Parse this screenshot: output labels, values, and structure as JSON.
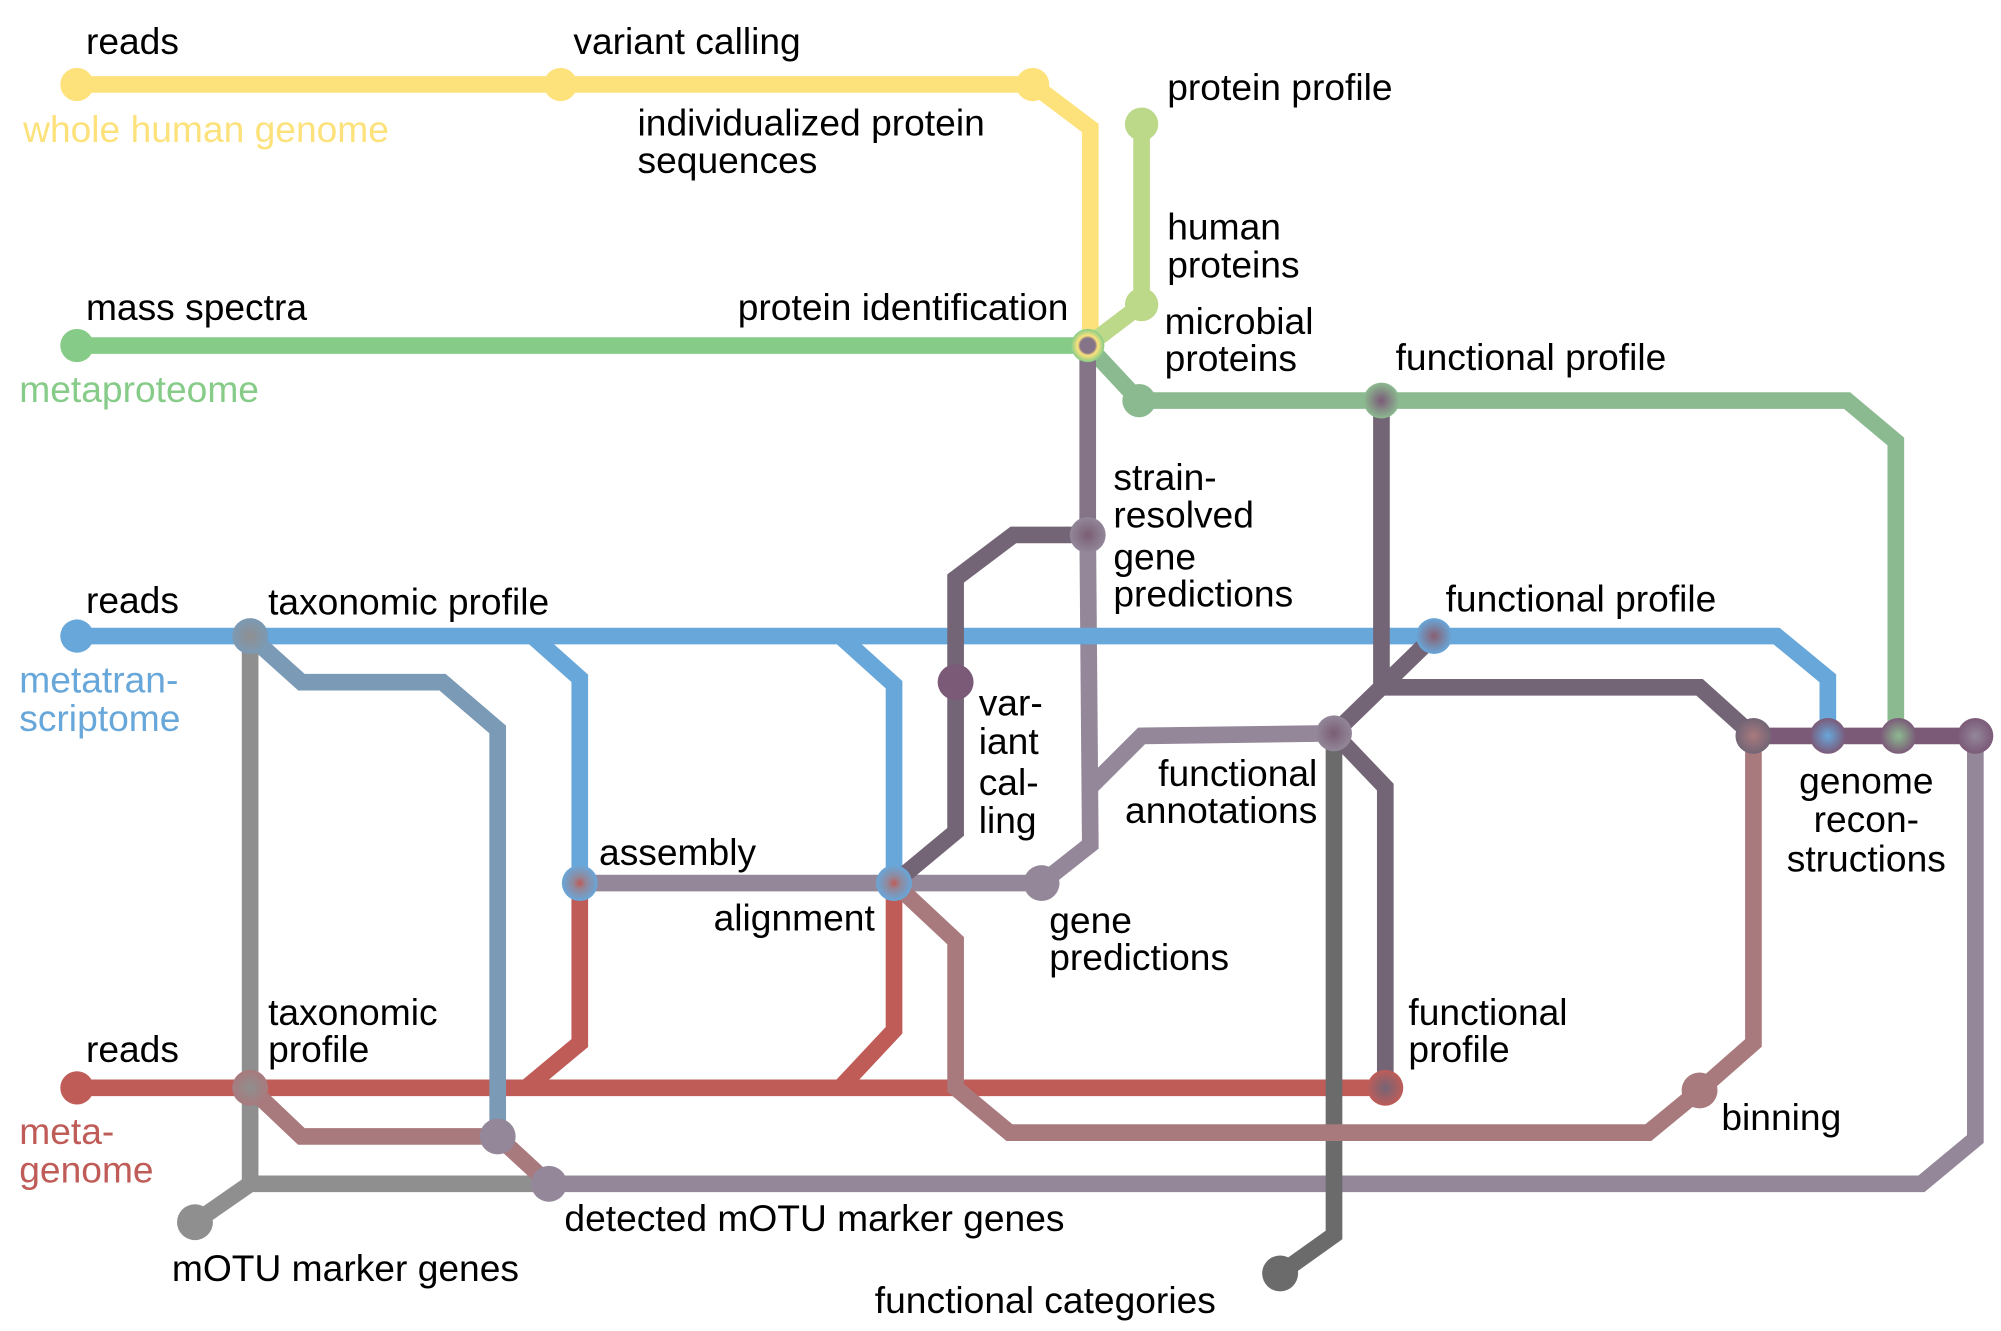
{
  "title": "Multi-omics data integration metro map",
  "omics": [
    {
      "id": "whole-human-genome",
      "lines": [
        "whole human genome"
      ],
      "color": "#fde27c"
    },
    {
      "id": "metaproteome",
      "lines": [
        "metaproteome"
      ],
      "color": "#86cc88"
    },
    {
      "id": "metatranscriptome",
      "lines": [
        "metatran-",
        "scriptome"
      ],
      "color": "#68a7da"
    },
    {
      "id": "metagenome",
      "lines": [
        "meta-",
        "genome"
      ],
      "color": "#bf5c58"
    }
  ],
  "colors": {
    "yellow": "#fde27c",
    "green": "#86cc88",
    "light_green": "#bcd98a",
    "sage_green": "#8cba90",
    "blue": "#68a7da",
    "steel_blue": "#7b9ab5",
    "red": "#bf5c58",
    "gray": "#8f8f8f",
    "dark_gray": "#6b6b6b",
    "purple": "#857488",
    "dark_purple": "#736576",
    "lavender": "#938799",
    "mauve": "#a87a7d",
    "plum": "#7b5a78"
  },
  "stations": [
    {
      "id": "reads-genome",
      "lines": [
        "reads"
      ]
    },
    {
      "id": "variant-calling-genome",
      "lines": [
        "variant calling"
      ]
    },
    {
      "id": "individualized-protein-sequences",
      "lines": [
        "individualized protein",
        "sequences"
      ]
    },
    {
      "id": "protein-profile",
      "lines": [
        "protein profile"
      ]
    },
    {
      "id": "human-proteins",
      "lines": [
        "human",
        "proteins"
      ]
    },
    {
      "id": "microbial-proteins",
      "lines": [
        "microbial",
        "proteins"
      ]
    },
    {
      "id": "mass-spectra",
      "lines": [
        "mass spectra"
      ]
    },
    {
      "id": "protein-identification",
      "lines": [
        "protein identification"
      ]
    },
    {
      "id": "functional-profile-protein",
      "lines": [
        "functional profile"
      ]
    },
    {
      "id": "strain-resolved-gene-predictions",
      "lines": [
        "strain-",
        "resolved",
        "gene",
        "predictions"
      ]
    },
    {
      "id": "reads-metatranscriptome",
      "lines": [
        "reads"
      ]
    },
    {
      "id": "taxonomic-profile-metatranscriptome",
      "lines": [
        "taxonomic profile"
      ]
    },
    {
      "id": "functional-profile-metatranscriptome",
      "lines": [
        "functional profile"
      ]
    },
    {
      "id": "variant-calling-meta",
      "lines": [
        "var-",
        "iant",
        "cal-",
        "ling"
      ]
    },
    {
      "id": "functional-annotations",
      "lines": [
        "functional",
        "annotations"
      ]
    },
    {
      "id": "assembly",
      "lines": [
        "assembly"
      ]
    },
    {
      "id": "alignment",
      "lines": [
        "alignment"
      ]
    },
    {
      "id": "gene-predictions",
      "lines": [
        "gene",
        "predictions"
      ]
    },
    {
      "id": "genome-reconstructions",
      "lines": [
        "genome",
        "recon-",
        "structions"
      ]
    },
    {
      "id": "reads-metagenome",
      "lines": [
        "reads"
      ]
    },
    {
      "id": "taxonomic-profile-metagenome",
      "lines": [
        "taxonomic",
        "profile"
      ]
    },
    {
      "id": "functional-profile-metagenome",
      "lines": [
        "functional",
        "profile"
      ]
    },
    {
      "id": "binning",
      "lines": [
        "binning"
      ]
    },
    {
      "id": "detected-motu-marker-genes",
      "lines": [
        "detected mOTU marker genes"
      ]
    },
    {
      "id": "motu-marker-genes",
      "lines": [
        "mOTU marker genes"
      ]
    },
    {
      "id": "functional-categories",
      "lines": [
        "functional categories"
      ]
    }
  ]
}
